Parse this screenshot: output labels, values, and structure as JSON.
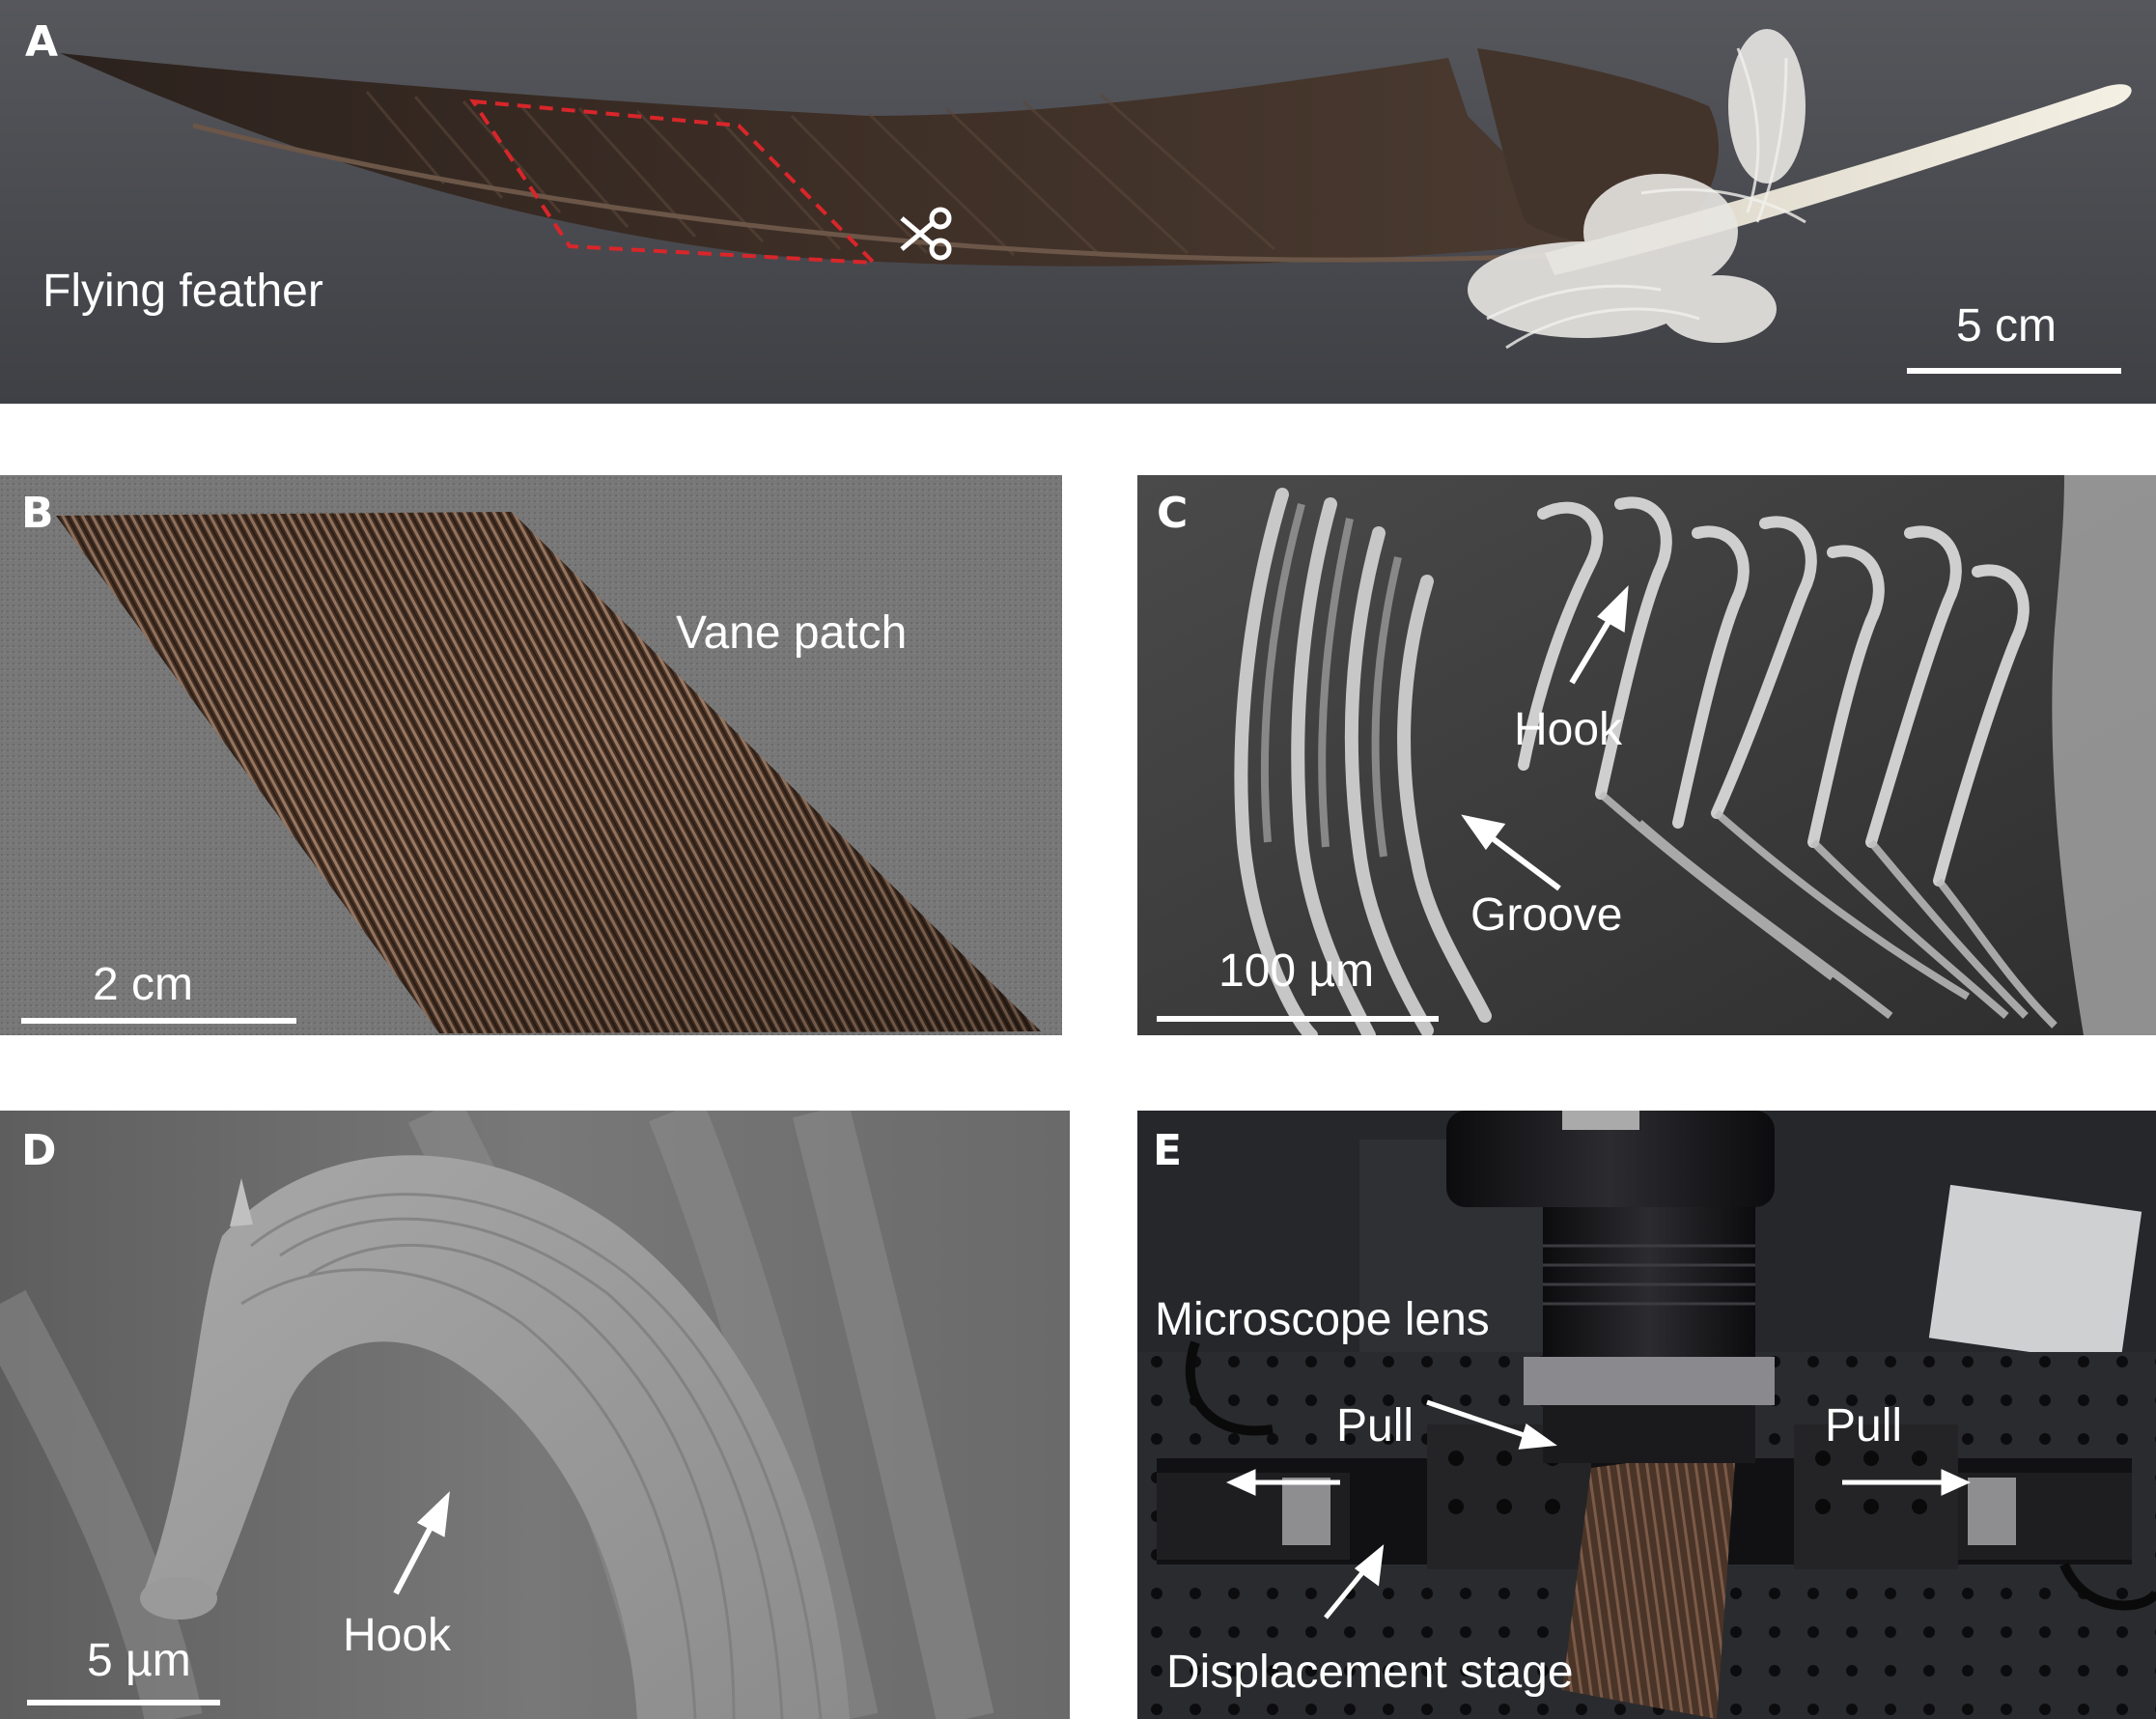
{
  "panels": {
    "a": {
      "label": "A",
      "caption": "Flying feather",
      "scale": "5 cm"
    },
    "b": {
      "label": "B",
      "caption": "Vane patch",
      "scale": "2 cm"
    },
    "c": {
      "label": "C",
      "hook": "Hook",
      "groove": "Groove",
      "scale": "100 µm"
    },
    "d": {
      "label": "D",
      "hook": "Hook",
      "scale": "5 µm"
    },
    "e": {
      "label": "E",
      "lens": "Microscope lens",
      "pull_left": "Pull",
      "pull_right": "Pull",
      "stage": "Displacement stage"
    }
  },
  "icons": {
    "cut": "scissors-icon"
  },
  "colors": {
    "outline": "#d8262a",
    "feather": "#3d2c24",
    "annotation": "#ffffff"
  }
}
